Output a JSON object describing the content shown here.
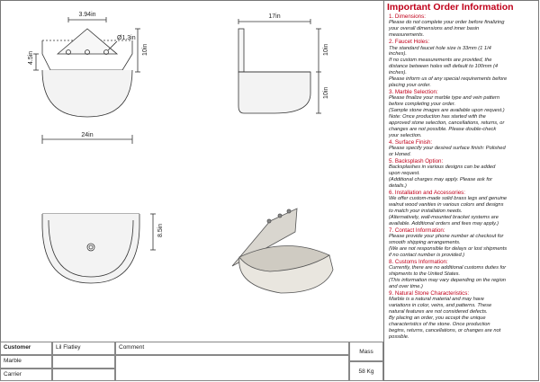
{
  "drawing": {
    "top_view": {
      "width": "24in",
      "depth": "4.5in",
      "hole_spacing": "3.94in",
      "hole_diameter": "Ø1.3in"
    },
    "side_view": {
      "depth": "17in",
      "height": "10in",
      "basin_depth": "10in"
    },
    "front_view": {
      "basin_height": "8.5in"
    }
  },
  "info": {
    "title": "Important Order Information",
    "sections": [
      {
        "head": "1. Dimensions:",
        "lines": [
          "Please do not complete your order before finalizing",
          "your overall dimensions and inner basin",
          "measurements."
        ]
      },
      {
        "head": "2. Faucet Holes:",
        "lines": [
          "The standard faucet hole size is 33mm (1 1/4",
          "inches).",
          "If no custom measurements are provided, the",
          "distance between holes will default to 100mm (4",
          "inches).",
          "Please inform us of any special requirements before",
          "placing your order."
        ]
      },
      {
        "head": "3. Marble Selection:",
        "lines": [
          "Please finalize your marble type and vein pattern",
          "before completing your order.",
          "(Sample stone images are available upon request.)",
          "Note: Once production has started with the",
          "approved stone selection, cancellations, returns, or",
          "changes are not possible. Please double-check",
          "your selection."
        ]
      },
      {
        "head": "4. Surface Finish:",
        "lines": [
          "Please specify your desired surface finish: Polished",
          "or Honed."
        ]
      },
      {
        "head": "5. Backsplash Option:",
        "lines": [
          "Backsplashes in various designs can be added",
          "upon request.",
          "(Additional charges may apply. Please ask for",
          "details.)"
        ]
      },
      {
        "head": "6. Installation and Accessories:",
        "lines": [
          "We offer custom-made solid brass legs and genuine",
          "walnut wood vanities in various colors and designs",
          "to match your installation needs.",
          "(Alternatively, wall-mounted bracket systems are",
          "available. Additional orders and fees may apply.)"
        ]
      },
      {
        "head": "7. Contact Information:",
        "lines": [
          "Please provide your phone number at checkout for",
          "smooth shipping arrangements.",
          "(We are not responsible for delays or lost shipments",
          "if no contact number is provided.)"
        ]
      },
      {
        "head": "8. Customs Information:",
        "lines": [
          "Currently, there are no additional customs duties for",
          "shipments to the United States.",
          "(This information may vary depending on the region",
          "and over time.)"
        ]
      },
      {
        "head": "9. Natural Stone Characteristics:",
        "lines": [
          "Marble is a natural material and may have",
          "variations in color, veins, and patterns. These",
          "natural features are not considered defects.",
          "By placing an order, you accept the unique",
          "characteristics of the stone. Once production",
          "begins, returns, cancellations, or changes are not",
          "possible."
        ]
      }
    ]
  },
  "table": {
    "customer_label": "Customer",
    "customer_value": "Lil Flatley",
    "comment_label": "Comment",
    "marble_label": "Marble",
    "carrier_label": "Carrier",
    "mass_label": "Mass",
    "mass_value": "58 Kg"
  }
}
